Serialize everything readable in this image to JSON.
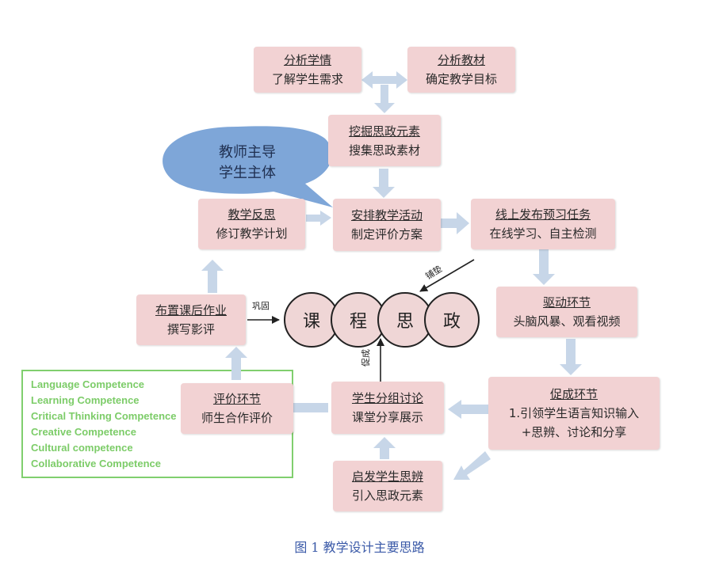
{
  "boxes": {
    "analyze_situation": {
      "title": "分析学情",
      "sub": "了解学生需求"
    },
    "analyze_material": {
      "title": "分析教材",
      "sub": "确定教学目标"
    },
    "dig_elements": {
      "title": "挖掘思政元素",
      "sub": "搜集思政素材"
    },
    "arrange_activities": {
      "title": "安排教学活动",
      "sub": "制定评价方案"
    },
    "reflection": {
      "title": "教学反思",
      "sub": "修订教学计划"
    },
    "online_preview": {
      "title": "线上发布预习任务",
      "sub": "在线学习、自主检测"
    },
    "drive": {
      "title": "驱动环节",
      "sub": "头脑风暴、观看视频"
    },
    "promote": {
      "title": "促成环节",
      "sub1": "1.引领学生语言知识输入",
      "sub2": "+思辨、讨论和分享"
    },
    "inspire": {
      "title": "启发学生思辨",
      "sub": "引入思政元素"
    },
    "group_discussion": {
      "title": "学生分组讨论",
      "sub": "课堂分享展示"
    },
    "evaluation": {
      "title": "评价环节",
      "sub": "师生合作评价"
    },
    "homework": {
      "title": "布置课后作业",
      "sub": "撰写影评"
    }
  },
  "bubble": {
    "line1": "教师主导",
    "line2": "学生主体"
  },
  "circles": [
    "课",
    "程",
    "思",
    "政"
  ],
  "labels": {
    "consolidate": "巩固",
    "pave": "铺垫",
    "promote": "促成"
  },
  "competences": [
    "Language Competence",
    "Learning Competence",
    "Critical Thinking Competence",
    "Creative Competence",
    "Cultural competence",
    "Collaborative Competence"
  ],
  "caption": "图 1 教学设计主要思路",
  "colors": {
    "box": "#f2d2d3",
    "arrow": "#c7d6e8",
    "bubble": "#7ea6d8",
    "competence": "#7ccc68",
    "caption": "#3b5aa8"
  }
}
